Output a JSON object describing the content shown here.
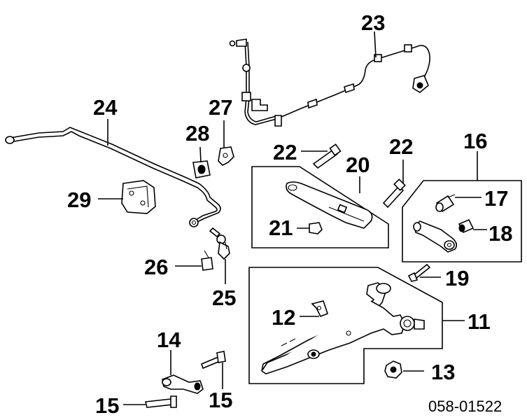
{
  "diagram": {
    "labels": {
      "p23": "23",
      "p24": "24",
      "p27": "27",
      "p28": "28",
      "p29": "29",
      "p22a": "22",
      "p22b": "22",
      "p20": "20",
      "p21": "21",
      "p16": "16",
      "p17": "17",
      "p18": "18",
      "p26": "26",
      "p25": "25",
      "p19": "19",
      "p12": "12",
      "p11": "11",
      "p14": "14",
      "p13": "13",
      "p15a": "15",
      "p15b": "15"
    },
    "drawing_code": "058-01522"
  }
}
